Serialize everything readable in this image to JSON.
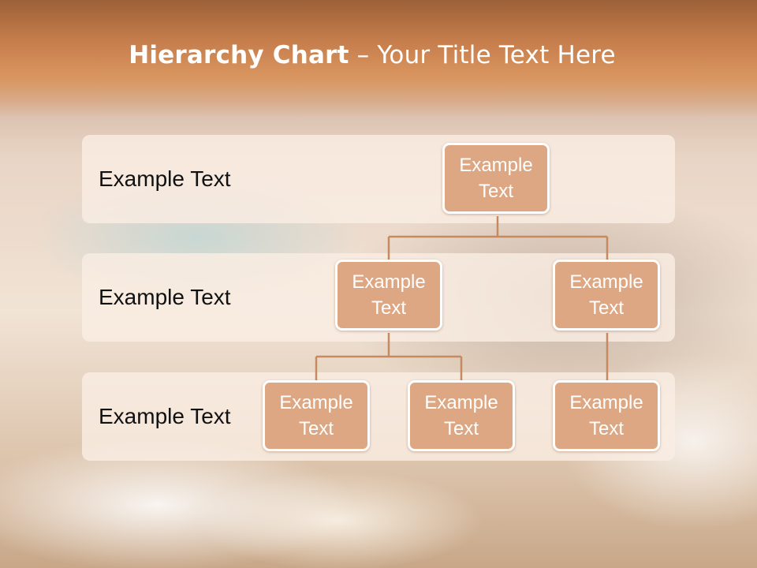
{
  "slide": {
    "title_bold": "Hierarchy Chart",
    "title_rest": " – Your Title Text Here"
  },
  "bands": [
    {
      "label": "Example Text"
    },
    {
      "label": "Example Text"
    },
    {
      "label": "Example Text"
    }
  ],
  "nodes": {
    "root": {
      "line1": "Example",
      "line2": "Text"
    },
    "level2_left": {
      "line1": "Example",
      "line2": "Text"
    },
    "level2_right": {
      "line1": "Example",
      "line2": "Text"
    },
    "level3_a": {
      "line1": "Example",
      "line2": "Text"
    },
    "level3_b": {
      "line1": "Example",
      "line2": "Text"
    },
    "level3_c": {
      "line1": "Example",
      "line2": "Text"
    }
  },
  "colors": {
    "header": "#c67e4c",
    "node_fill": "#dca782",
    "node_border": "#ffffff",
    "connector": "#c78a60",
    "band_fill": "#faeee4"
  }
}
